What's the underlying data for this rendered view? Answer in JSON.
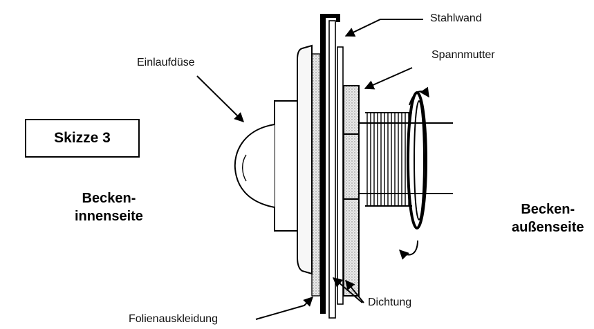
{
  "figure": {
    "title": "Skizze 3",
    "inner_side": [
      "Becken-",
      "innenseite"
    ],
    "outer_side": [
      "Becken-",
      "außenseite"
    ]
  },
  "labels": {
    "steel_wall": "Stahlwand",
    "clamping_nut": "Spannmutter",
    "inlet_nozzle": "Einlaufdüse",
    "seal": "Dichtung",
    "liner": "Folienauskleidung"
  },
  "colors": {
    "ink": "#000000",
    "nut_fill": "#e4e4e4",
    "flange_fill": "#f7f7f7"
  }
}
